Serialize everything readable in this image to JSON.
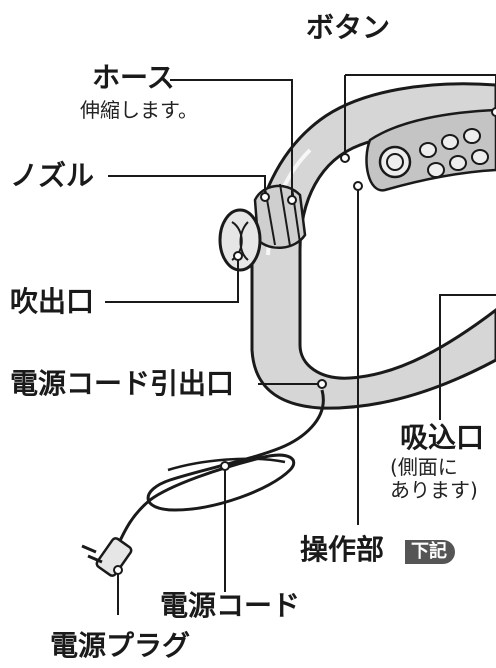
{
  "labels": {
    "button": "ボタン",
    "hose": "ホース",
    "hose_note": "伸縮します。",
    "nozzle": "ノズル",
    "outlet": "吹出口",
    "cord_exit": "電源コード引出口",
    "intake": "吸込口",
    "intake_note_1": "側面に",
    "intake_note_2": "あります",
    "control": "操作部",
    "control_badge": "下記",
    "cord": "電源コード",
    "plug": "電源プラグ"
  }
}
